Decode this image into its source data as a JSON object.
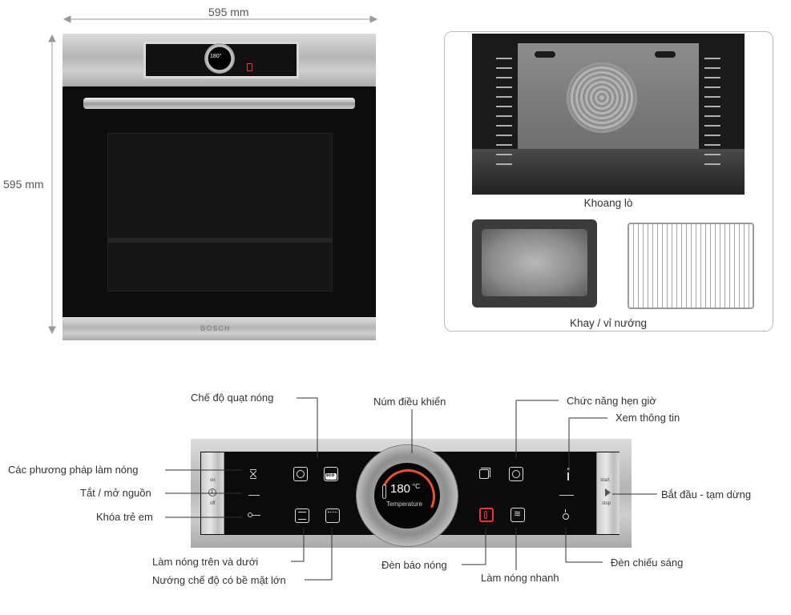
{
  "dimensions": {
    "width": "595 mm",
    "height": "595 mm"
  },
  "oven": {
    "brand": "BOSCH",
    "mini_temperature": "180°"
  },
  "accessories": {
    "cavity_caption": "Khoang lò",
    "tray_caption": "Khay / vỉ nướng"
  },
  "panel": {
    "on": "on",
    "off": "off",
    "start": "start",
    "stop": "stop",
    "temperature_value": "180",
    "temperature_unit": "°C",
    "temperature_label": "Temperature",
    "eco": "eco"
  },
  "callouts": {
    "heating_methods": "Các phương pháp làm nóng",
    "power": "Tắt / mở nguồn",
    "child_lock": "Khóa trẻ em",
    "fan": "Chế độ quạt nóng",
    "knob": "Núm điều khiển",
    "timer": "Chức năng hẹn giờ",
    "info": "Xem thông tin",
    "start_pause": "Bắt đầu - tạm dừng",
    "top_bottom": "Làm nóng trên và dưới",
    "large_grill": "Nướng chế độ có bề mặt lớn",
    "heat_indicator": "Đèn báo nóng",
    "fast_heat": "Làm nóng nhanh",
    "light": "Đèn chiếu sáng"
  }
}
